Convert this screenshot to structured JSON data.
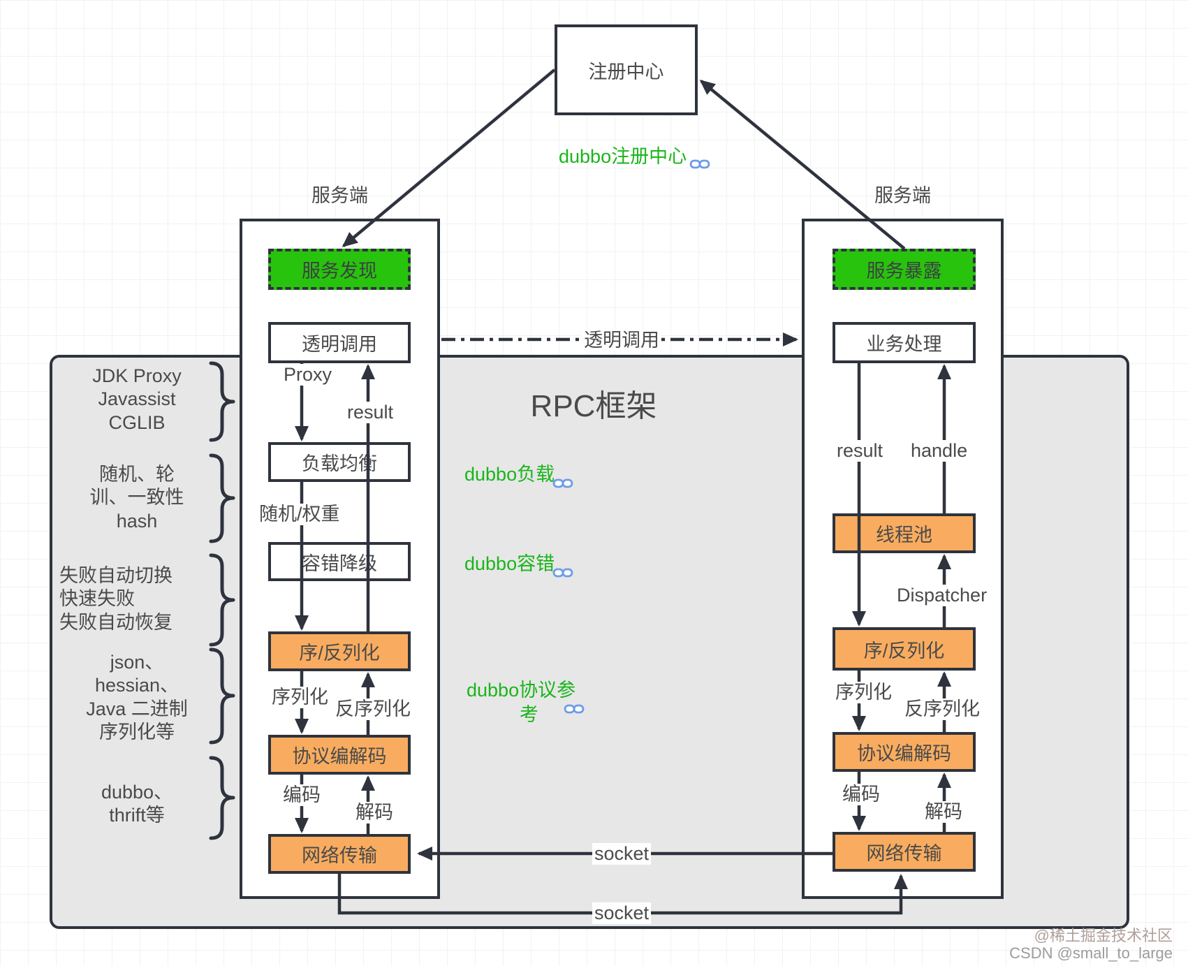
{
  "registry": {
    "label": "注册中心"
  },
  "rpc_panel": {
    "title": "RPC框架"
  },
  "columns": {
    "left": {
      "header": "服务端",
      "discovery": "服务发现",
      "transparent_call": "透明调用",
      "load_balance": "负载均衡",
      "fault_tolerance": "容错降级",
      "serialization": "序/反列化",
      "codec": "协议编解码",
      "transport": "网络传输"
    },
    "right": {
      "header": "服务端",
      "expose": "服务暴露",
      "business": "业务处理",
      "thread_pool": "线程池",
      "serialization": "序/反列化",
      "codec": "协议编解码",
      "transport": "网络传输"
    }
  },
  "edge_labels": {
    "proxy": "Proxy",
    "result_left": "result",
    "random_weight": "随机/权重",
    "serialize_left": "序列化",
    "deserialize_left": "反序列化",
    "encode_left": "编码",
    "decode_left": "解码",
    "transparent_call": "透明调用",
    "result_right": "result",
    "handle": "handle",
    "dispatcher": "Dispatcher",
    "serialize_right": "序列化",
    "deserialize_right": "反序列化",
    "encode_right": "编码",
    "decode_right": "解码",
    "socket_mid": "socket",
    "socket_bottom": "socket"
  },
  "green_links": {
    "registry": "dubbo注册中心",
    "load": "dubbo负载",
    "fault": "dubbo容错",
    "protocol_line1": "dubbo协议参",
    "protocol_line2": "考"
  },
  "annotations": [
    {
      "lines": [
        "JDK Proxy",
        "Javassist",
        "CGLIB"
      ]
    },
    {
      "lines": [
        "随机、轮",
        "训、一致性",
        "hash"
      ]
    },
    {
      "lines": [
        "失败自动切换",
        "快速失败",
        "失败自动恢复"
      ]
    },
    {
      "lines": [
        "json、",
        "hessian、",
        "Java 二进制",
        "序列化等"
      ]
    },
    {
      "lines": [
        "dubbo、",
        "thrift等"
      ]
    }
  ],
  "watermarks": {
    "line1": "@稀土掘金技术社区",
    "line2": "CSDN @small_to_large"
  },
  "colors": {
    "stroke_dark": "#2E333D",
    "accent_orange": "#F9AC5F",
    "accent_green": "#28C30D",
    "link_green": "#1AB51A",
    "link_icon_blue": "#6C9CE8",
    "panel_gray": "#E7E7E7"
  }
}
